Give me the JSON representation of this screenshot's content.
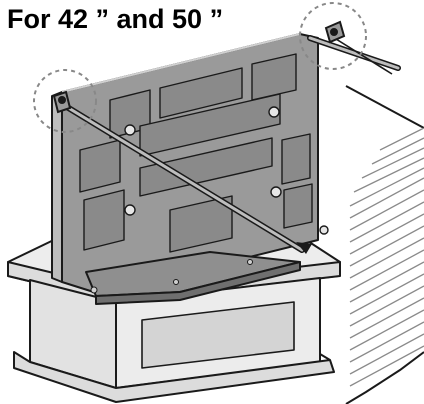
{
  "title": "For 42 ” and 50 ”",
  "colors": {
    "line": "#1a1a1a",
    "panel": "#9a9a9a",
    "panel_dark": "#7f7f7f",
    "stand_light": "#e9e9e9",
    "stand_mid": "#cfcfcf",
    "wall_hatch": "#8a8a8a"
  },
  "callouts": [
    {
      "name": "left-anchor-callout"
    },
    {
      "name": "right-anchor-callout"
    }
  ]
}
